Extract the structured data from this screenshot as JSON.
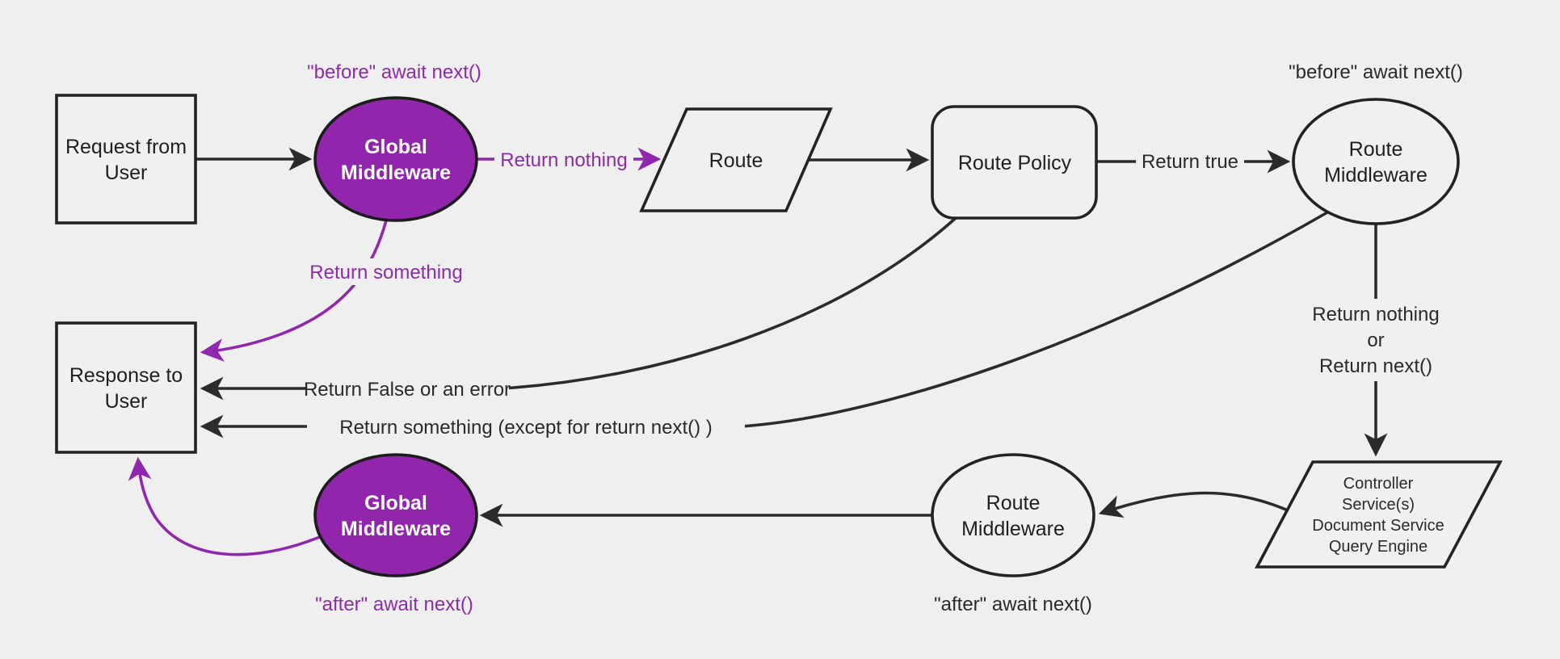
{
  "canvas": {
    "background_color": "#efefef",
    "purple_fill": "#9126ac",
    "purple_text_color": "#8d2ba8",
    "line_color": "#2b2b2b",
    "node_border_color": "#232323"
  },
  "nodes": {
    "request": {
      "lines": [
        "Request from",
        "User"
      ]
    },
    "global_middleware_top": {
      "lines": [
        "Global",
        "Middleware"
      ]
    },
    "route": {
      "lines": [
        "Route"
      ]
    },
    "route_policy": {
      "lines": [
        "Route Policy"
      ]
    },
    "route_middleware_top": {
      "lines": [
        "Route",
        "Middleware"
      ]
    },
    "controller": {
      "lines": [
        "Controller",
        "Service(s)",
        "Document Service",
        "Query Engine"
      ]
    },
    "route_middleware_bottom": {
      "lines": [
        "Route",
        "Middleware"
      ]
    },
    "global_middleware_bottom": {
      "lines": [
        "Global",
        "Middleware"
      ]
    },
    "response": {
      "lines": [
        "Response to",
        "User"
      ]
    }
  },
  "labels": {
    "before_await_global": "\"before\" await next()",
    "before_await_route": "\"before\" await next()",
    "after_await_route": "\"after\" await next()",
    "after_await_global": "\"after\" await next()",
    "return_nothing": "Return nothing",
    "return_true": "Return true",
    "return_something": "Return something",
    "return_false": "Return False or an error",
    "return_something_except": "Return something (except for return next() )",
    "return_nothing_or": [
      "Return nothing",
      "or",
      "Return next()"
    ]
  }
}
